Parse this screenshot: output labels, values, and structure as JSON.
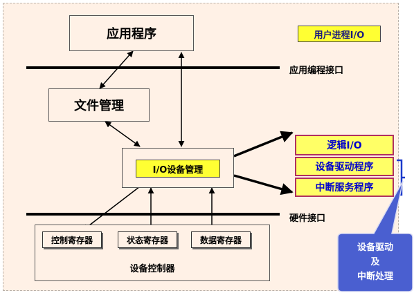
{
  "app_box": "应用程序",
  "user_io_label": "用户进程I/O",
  "api_label": "应用编程接口",
  "file_mgmt": "文件管理",
  "io_device_mgmt": "I/O设备管理",
  "stack": {
    "logical_io": "逻辑I/O",
    "device_driver": "设备驱动程序",
    "interrupt_service": "中断服务程序"
  },
  "hardware_interface": "硬件接口",
  "controller": {
    "title": "设备控制器",
    "registers": [
      "控制寄存器",
      "状态寄存器",
      "数据寄存器"
    ]
  },
  "callout": {
    "line1": "设备驱动",
    "line2": "及",
    "line3": "中断处理"
  },
  "colors": {
    "background": "#fff1e6",
    "highlight_yellow": "#ffff33",
    "stack_border": "#b03060",
    "stack_text": "#0000cc",
    "callout_fill": "#4a5fd0",
    "bracket": "#1b3acb"
  }
}
